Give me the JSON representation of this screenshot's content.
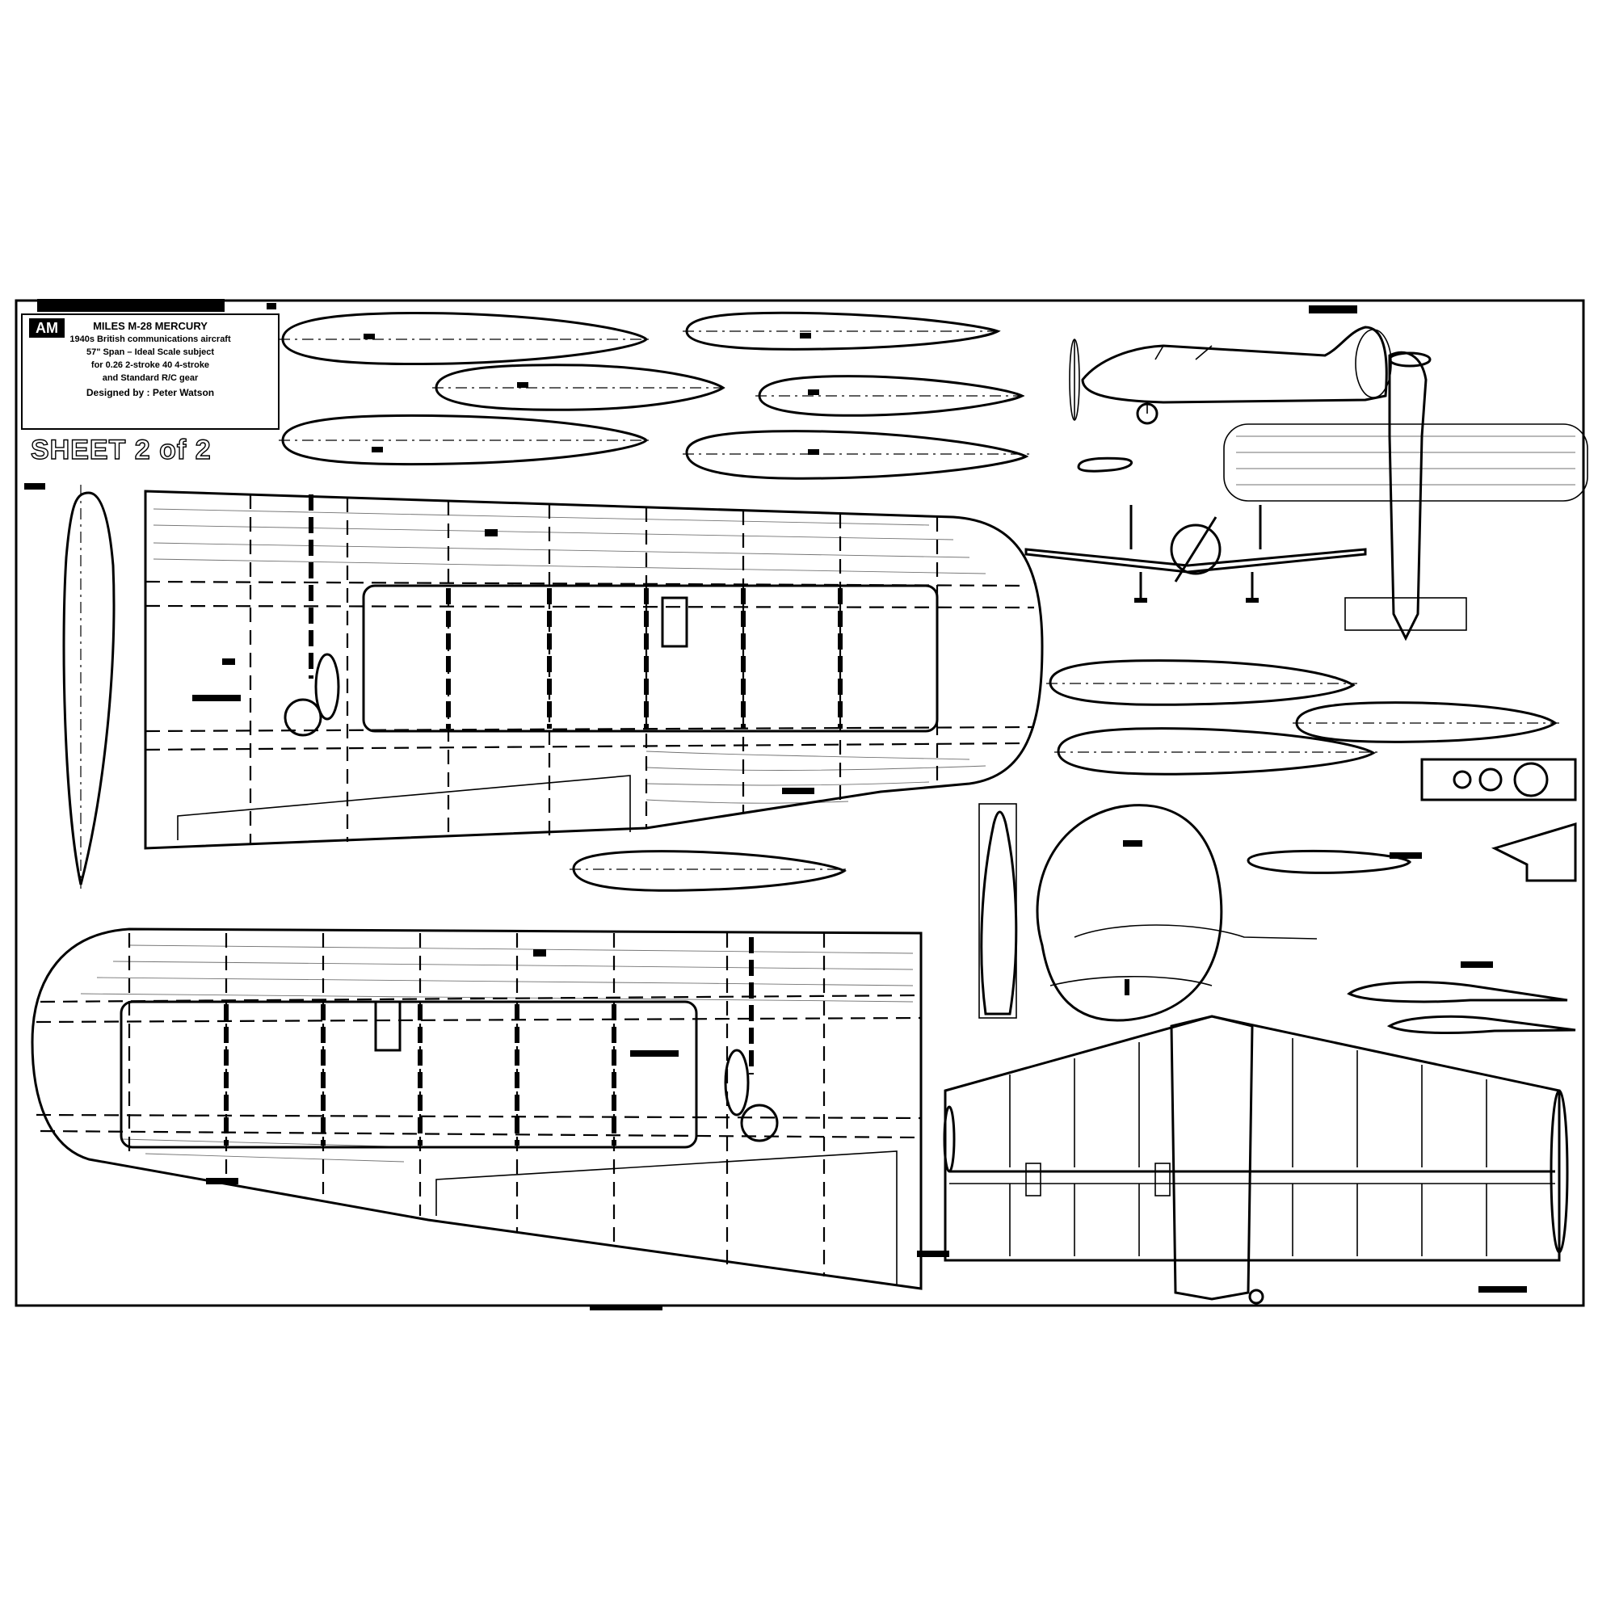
{
  "plan": {
    "title_block": {
      "logo": "AM",
      "line1": "",
      "aircraft": "MILES M-28 MERCURY",
      "description": "1940s British communications aircraft",
      "span_line": "57\" Span – Ideal Scale subject",
      "engine_line": "for 0.26 2-stroke 40 4-stroke",
      "gear_line": "and Standard R/C gear",
      "designer": "Designed by : Peter Watson"
    },
    "sheet_label": "SHEET 2 of 2",
    "color_ink": "#000000",
    "color_paper": "#ffffff"
  }
}
